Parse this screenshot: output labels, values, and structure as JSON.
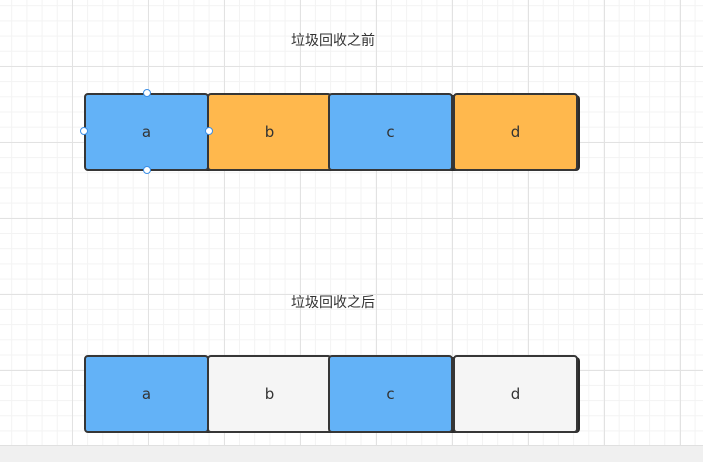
{
  "diagram": {
    "before": {
      "title": "垃圾回收之前",
      "cells": [
        {
          "label": "a",
          "color": "#63b2f7"
        },
        {
          "label": "b",
          "color": "#ffb84d"
        },
        {
          "label": "c",
          "color": "#63b2f7"
        },
        {
          "label": "d",
          "color": "#ffb84d"
        }
      ],
      "selected_index": 0
    },
    "after": {
      "title": "垃圾回收之后",
      "cells": [
        {
          "label": "a",
          "color": "#63b2f7"
        },
        {
          "label": "b",
          "color": "#f5f5f5"
        },
        {
          "label": "c",
          "color": "#63b2f7"
        },
        {
          "label": "d",
          "color": "#f5f5f5"
        }
      ]
    }
  },
  "colors": {
    "live": "#63b2f7",
    "garbage": "#ffb84d",
    "freed": "#f5f5f5",
    "selection_handle": "#3a8ee6",
    "border": "#363636"
  }
}
